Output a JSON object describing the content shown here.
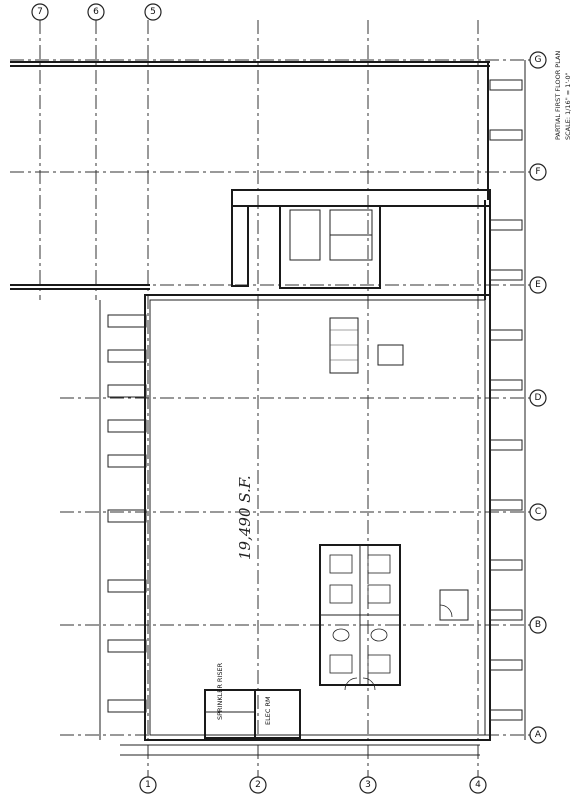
{
  "drawing": {
    "grid_bubbles_bottom": [
      "1",
      "2",
      "3",
      "4"
    ],
    "grid_bubbles_top": [
      "7",
      "6",
      "5"
    ],
    "grid_bubbles_right": [
      "A",
      "B",
      "C",
      "D",
      "E",
      "F",
      "G"
    ],
    "handwritten_area": "19,490 S.F.",
    "room_labels": {
      "electrical": "ELEC RM",
      "sprinkler": "SPRINKLER RISER"
    },
    "title_block": {
      "line1": "PARTIAL FIRST FLOOR PLAN",
      "line2": "SCALE: 1/16\" = 1'-0\""
    }
  }
}
